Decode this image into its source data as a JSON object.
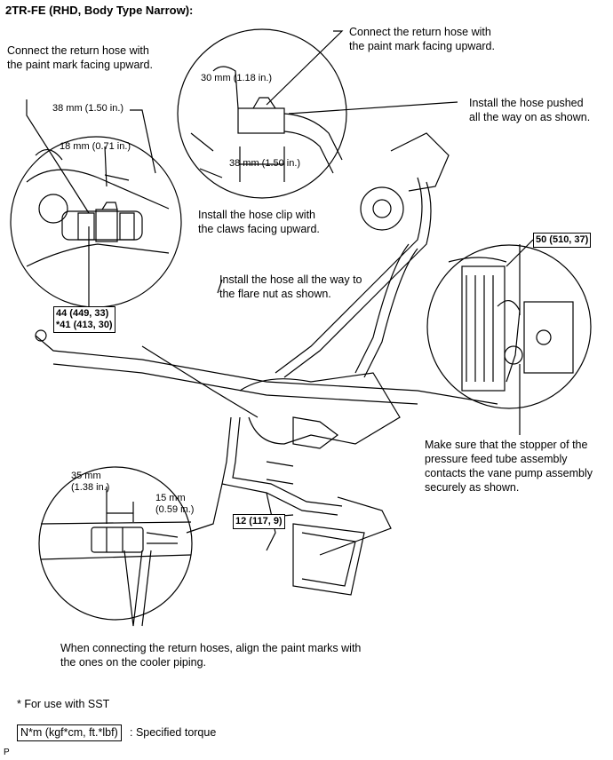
{
  "title": "2TR-FE (RHD, Body Type Narrow):",
  "notes": {
    "top_left": "Connect the return hose with\nthe paint mark facing upward.",
    "top_center": "Connect the return hose with\nthe paint mark facing upward.",
    "hose_pushed": "Install the hose pushed\nall the way on as shown.",
    "hose_clip": "Install the hose clip with\nthe claws facing upward.",
    "flare_nut": "Install the hose all the way to\nthe flare nut as shown.",
    "stopper": "Make sure that the stopper of the\npressure feed tube assembly\ncontacts the vane pump assembly\nsecurely as shown.",
    "paint_marks": "When connecting the return hoses, align the paint marks with\nthe ones on the cooler piping.",
    "footnote": "* For use with SST",
    "legend_box": "N*m (kgf*cm, ft.*lbf)",
    "legend_text": ": Specified torque",
    "page_mark": "P"
  },
  "dimensions": {
    "d38_left": "38 mm (1.50 in.)",
    "d18": "18 mm (0.71 in.)",
    "d30": "30 mm (1.18 in.)",
    "d38_center": "38 mm (1.50 in.)",
    "d35": "35 mm\n(1.38 in.)",
    "d15": "15 mm\n(0.59 in.)"
  },
  "torques": {
    "t44": "44 (449, 33)\n*41 (413, 30)",
    "t50": "50 (510, 37)",
    "t12": "12 (117, 9)"
  }
}
